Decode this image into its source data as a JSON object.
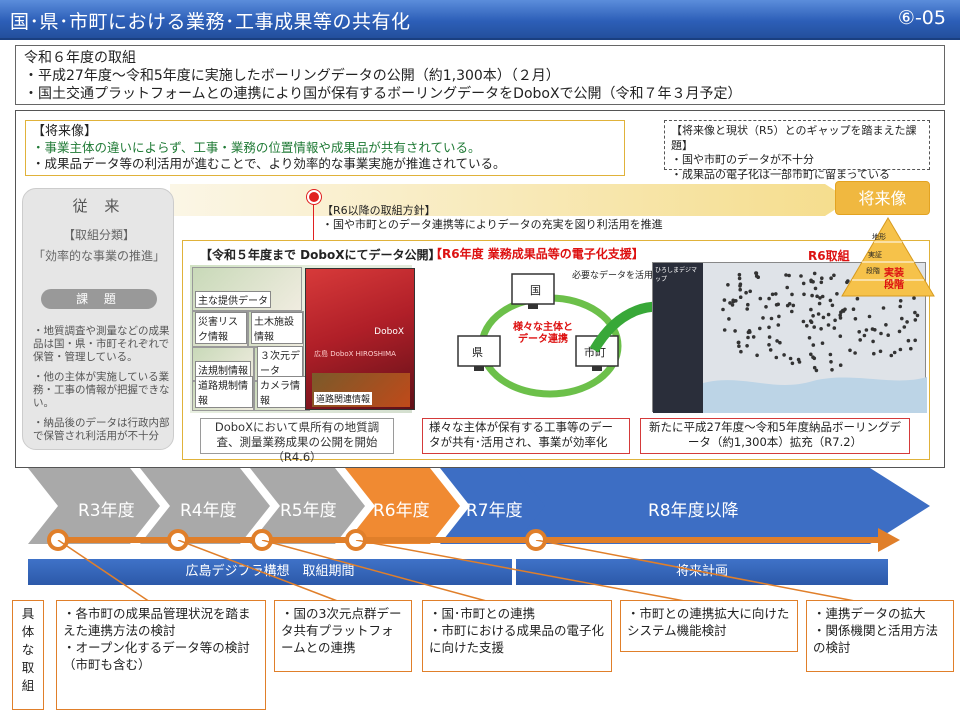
{
  "header": {
    "title": "国･県･市町における業務･工事成果等の共有化",
    "slide_no": "⑥-05"
  },
  "initiatives": {
    "heading": "令和６年度の取組",
    "items": [
      "・平成27年度～令和5年度に実施したボーリングデータの公開（約1,300本）（２月）",
      "・国土交通プラットフォームとの連携により国が保有するボーリングデータをDoboXで公開（令和７年３月予定）"
    ]
  },
  "future_box": {
    "heading": "【将来像】",
    "lines": [
      "・事業主体の違いによらず、工事・業務の位置情報や成果品が共有されている。",
      "・成果品データ等の利活用が進むことで、より効率的な事業実施が推進されている。"
    ]
  },
  "gap_box": {
    "heading": "【将来像と現状（R5）とのギャップを踏まえた課題】",
    "lines": [
      "・国や市町のデータが不十分",
      "・成果品の電子化は一部市町に留まっている"
    ]
  },
  "future_badge": "将来像",
  "policy": {
    "heading": "【R6以降の取組方針】",
    "text": "・国や市町とのデータ連携等によりデータの充実を図り利活用を推進"
  },
  "conventional": {
    "title": "従 来",
    "category_label": "【取組分類】",
    "category_value": "「効率的な事業の推進」",
    "issues_label": "課 題",
    "issues": [
      "・地質調査や測量などの成果品は国・県・市町それぞれで保管・管理している。",
      "・他の主体が実施している業務・工事の情報が把握できない。",
      "・納品後のデータは行政内部で保管され利活用が不十分"
    ]
  },
  "inner": {
    "left_title": "【令和５年度まで DoboXにてデータ公開】",
    "mid_title": "【R6年度 業務成果品等の電子化支援】",
    "r6_label": "R6取組",
    "tiles": [
      "主な提供データ",
      "災害リスク情報",
      "土木施設情報",
      "法規制情報",
      "３次元データ",
      "道路規制情報",
      "カメラ情報",
      "道路関連情報"
    ],
    "dobox_label": "DoboX",
    "dobox_sub": "広島 DoboX HIROSHIMA",
    "map_title": "ひろしまデジマップ",
    "network": {
      "top": "国",
      "left": "県",
      "right": "市町",
      "center": "様々な主体と\nデータ連携",
      "note": "必要なデータを活用"
    },
    "pyramid": [
      "地形",
      "実証",
      "段階"
    ],
    "pyramid_tag": "実装\n段階",
    "left_caption": "DoboXにおいて県所有の地質調査、測量業務成果の公開を開始（R4.6）",
    "mid_caption": "様々な主体が保有する工事等のデータが共有･活用され、事業が効率化",
    "right_caption": "新たに平成27年度～令和5年度納品ボーリングデータ（約1,300本）拡充（R7.2）"
  },
  "timeline": {
    "years": [
      "R3年度",
      "R4年度",
      "R5年度",
      "R6年度",
      "R7年度",
      "R8年度以降"
    ],
    "band_left": "広島デジフラ構想　取組期間",
    "band_right": "将来計画",
    "concrete_label": "具\n体\nな\n取\n組",
    "callouts": [
      "・各市町の成果品管理状況を踏まえた連携方法の検討\n・オープン化するデータ等の検討\n（市町も含む）",
      "・国の3次元点群データ共有プラットフォームとの連携",
      "・国･市町との連携\n・市町における成果品の電子化に向けた支援",
      "・市町との連携拡大に向けたシステム機能検討",
      "・連携データの拡大\n・関係機関と活用方法の検討"
    ]
  },
  "colors": {
    "title_bar": "#2d5fb8",
    "accent_orange": "#e07f2a",
    "highlight": "#f0b840",
    "red": "#d11"
  }
}
